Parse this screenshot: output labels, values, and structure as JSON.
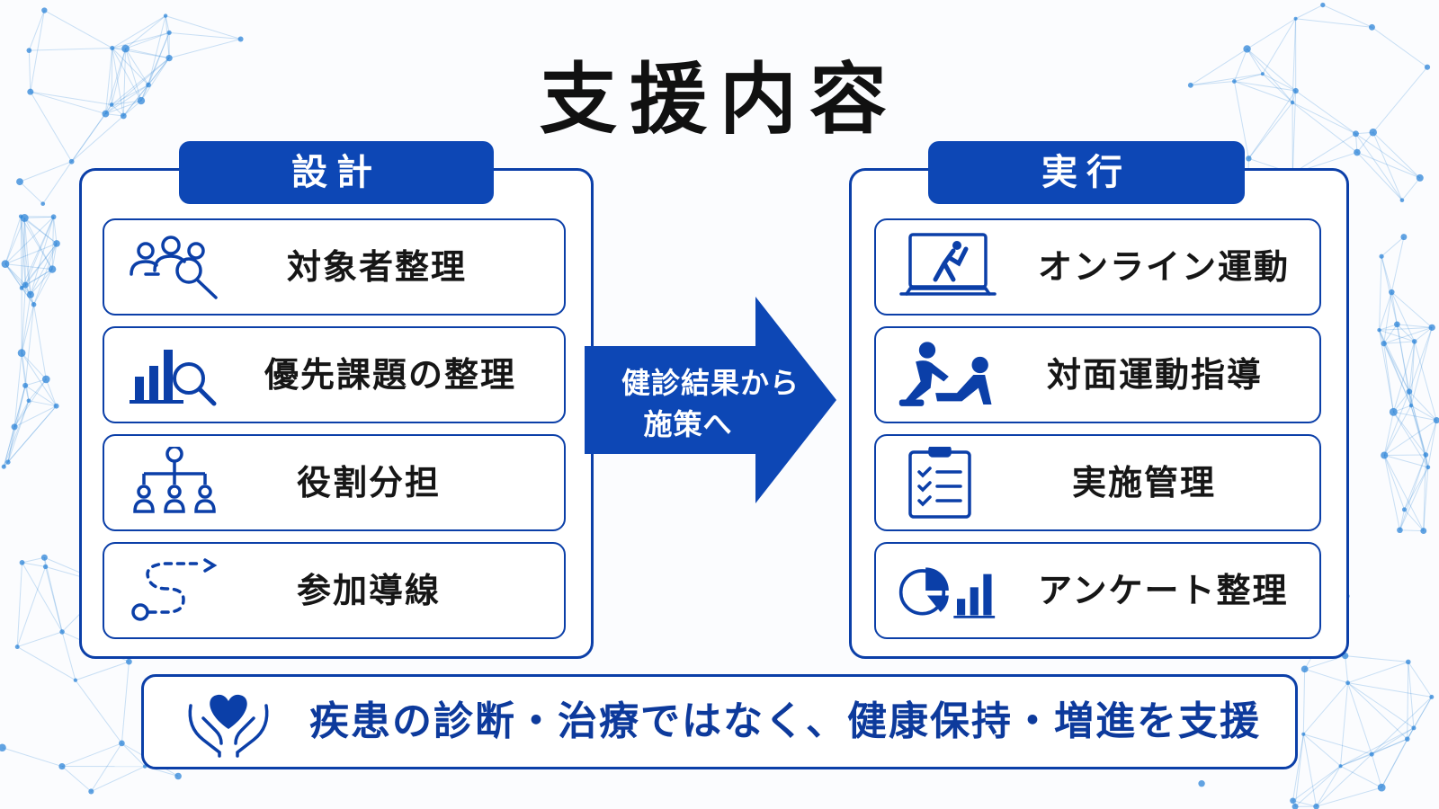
{
  "title": "支援内容",
  "design": {
    "heading": "設計",
    "items": [
      {
        "label": "対象者整理",
        "icon": "people-search-icon"
      },
      {
        "label": "優先課題の整理",
        "icon": "bar-chart-search-icon"
      },
      {
        "label": "役割分担",
        "icon": "org-chart-icon"
      },
      {
        "label": "参加導線",
        "icon": "route-path-icon"
      }
    ]
  },
  "arrow": {
    "line1": "健診結果から",
    "line2": "施策へ"
  },
  "execution": {
    "heading": "実行",
    "items": [
      {
        "label": "オンライン運動",
        "icon": "laptop-exercise-icon"
      },
      {
        "label": "対面運動指導",
        "icon": "in-person-coaching-icon"
      },
      {
        "label": "実施管理",
        "icon": "clipboard-checklist-icon"
      },
      {
        "label": "アンケート整理",
        "icon": "pie-bar-chart-icon"
      }
    ]
  },
  "footer": {
    "text": "疾患の診断・治療ではなく、健康保持・増進を支援",
    "icon": "heart-hands-icon"
  },
  "colors": {
    "primary": "#0d47b5",
    "border": "#0b3fa8",
    "background_network": "#2f86d8"
  }
}
